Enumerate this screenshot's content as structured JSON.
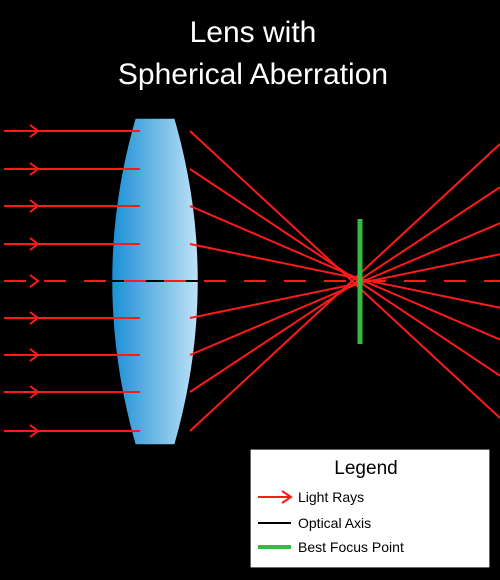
{
  "title": {
    "line1": "Lens with",
    "line2": "Spherical Aberration"
  },
  "legend": {
    "title": "Legend",
    "items": [
      {
        "label": "Light Rays",
        "color": "#ff1a1a",
        "symbol": "arrow"
      },
      {
        "label": "Optical Axis",
        "color": "#000000",
        "symbol": "line"
      },
      {
        "label": "Best Focus Point",
        "color": "#33bb44",
        "symbol": "bar"
      }
    ]
  },
  "colors": {
    "background": "#000000",
    "ray": "#ff1a1a",
    "axis": "#000000",
    "focus": "#33bb44",
    "lens_dark": "#1a8fd6",
    "lens_light": "#bfe2f7"
  }
}
